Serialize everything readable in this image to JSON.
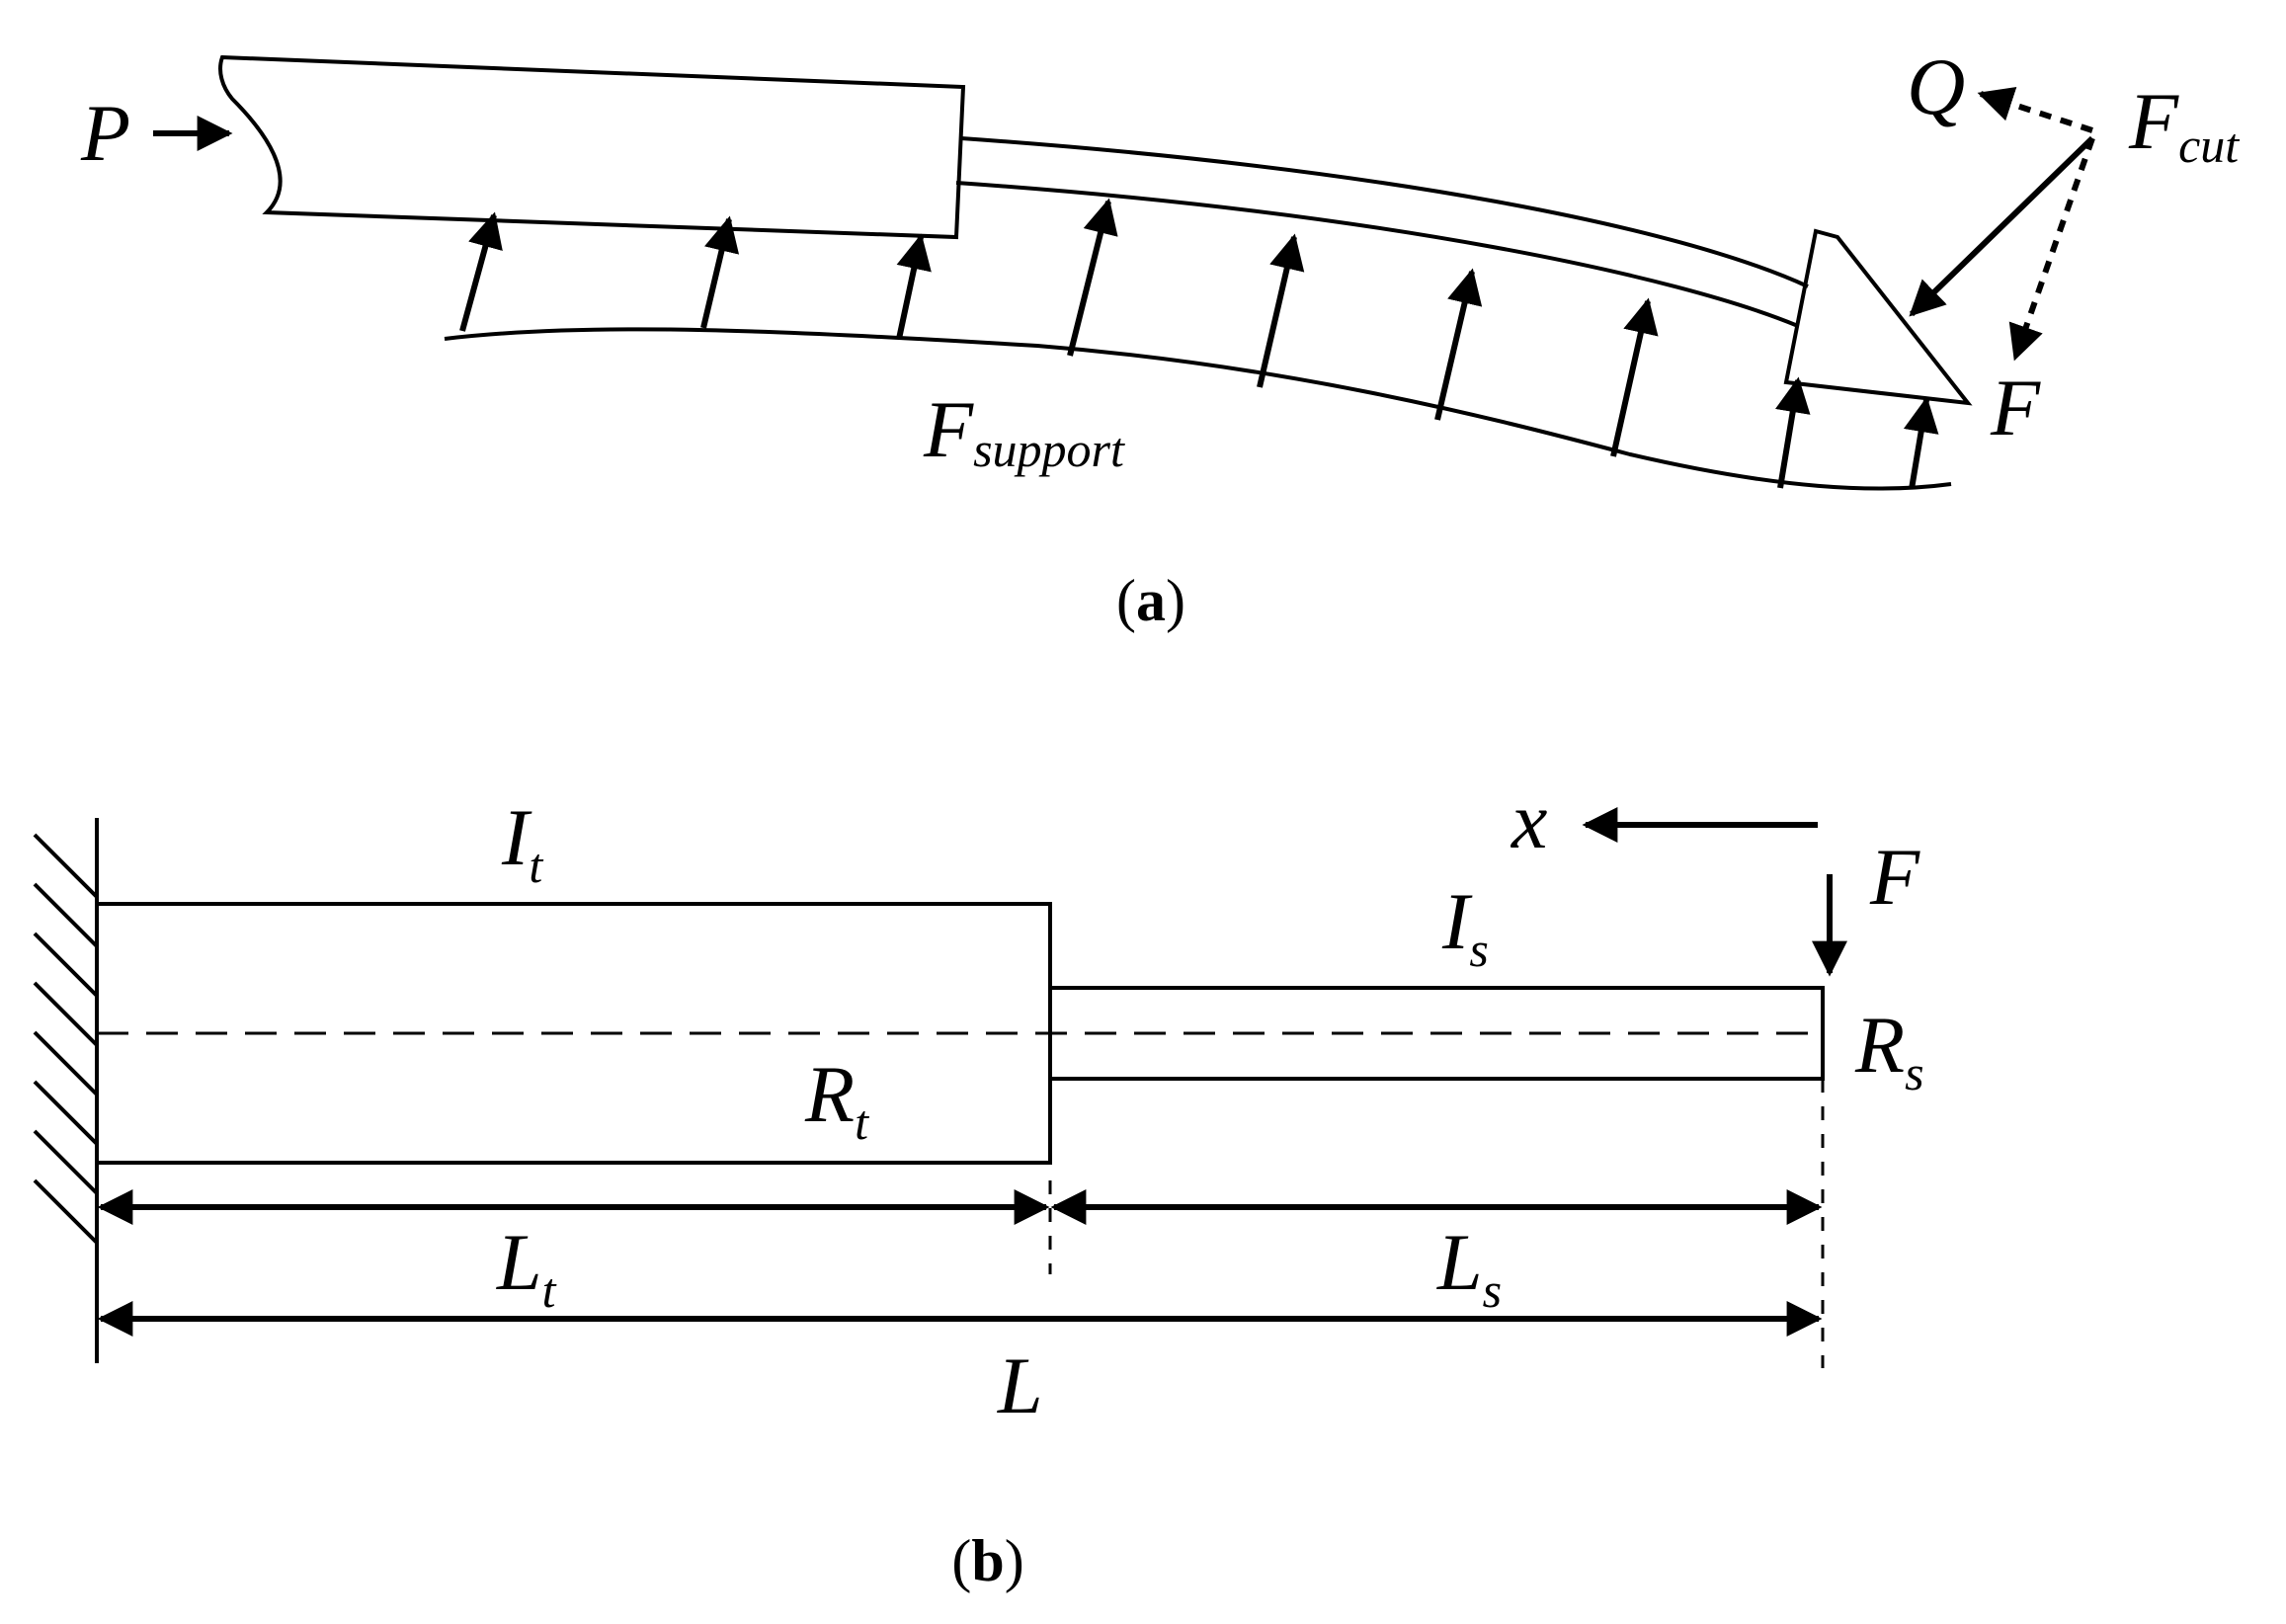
{
  "panel_a": {
    "caption_open": "(",
    "caption_letter": "a",
    "caption_close": ")",
    "label_P": "P",
    "label_Q": "Q",
    "label_Fcut_main": "F",
    "label_Fcut_sub": "cut",
    "label_F": "F",
    "label_Fsupport_main": "F",
    "label_Fsupport_sub": "support"
  },
  "panel_b": {
    "caption_open": "(",
    "caption_letter": "b",
    "caption_close": ")",
    "label_It_main": "I",
    "label_It_sub": "t",
    "label_Is_main": "I",
    "label_Is_sub": "s",
    "label_Rt_main": "R",
    "label_Rt_sub": "t",
    "label_Rs_main": "R",
    "label_Rs_sub": "s",
    "label_Lt_main": "L",
    "label_Lt_sub": "t",
    "label_Ls_main": "L",
    "label_Ls_sub": "s",
    "label_L": "L",
    "label_x": "x",
    "label_F": "F"
  }
}
